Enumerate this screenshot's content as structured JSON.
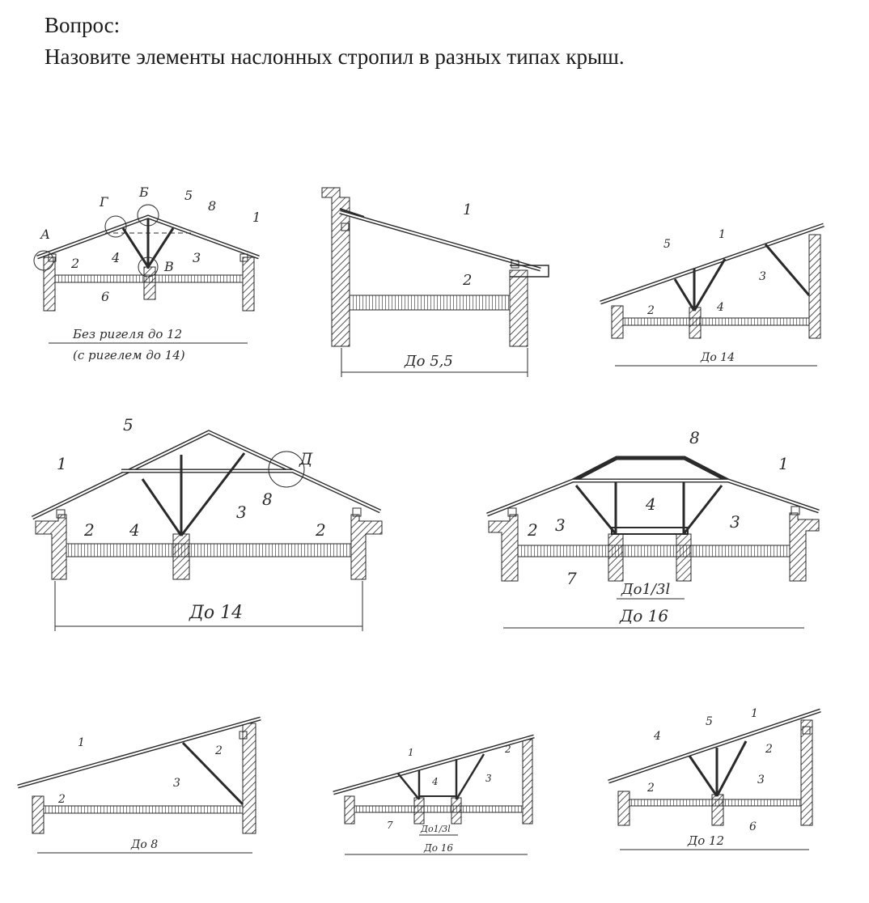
{
  "question": {
    "title": "Вопрос:",
    "text": "Назовите элементы наслонных стропил в разных типах крыш."
  },
  "diagrams": {
    "d1": {
      "dim1": "Без ригеля до 12",
      "dim2": "(с ригелем до 14)",
      "labels": [
        "1",
        "2",
        "3",
        "4",
        "5",
        "6",
        "8",
        "А",
        "Б",
        "В",
        "Г"
      ]
    },
    "d2": {
      "dim": "До 5,5",
      "labels": [
        "1",
        "2"
      ]
    },
    "d3": {
      "dim": "До 14",
      "labels": [
        "1",
        "2",
        "3",
        "4",
        "5"
      ]
    },
    "d4": {
      "dim": "До 14",
      "labels": [
        "1",
        "2",
        "2",
        "3",
        "4",
        "5",
        "8",
        "Д"
      ]
    },
    "d5": {
      "dim": "До 16",
      "subdim": "До1/3l",
      "labels": [
        "1",
        "2",
        "3",
        "3",
        "4",
        "7",
        "8"
      ]
    },
    "d6": {
      "dim": "До 8",
      "labels": [
        "1",
        "2",
        "2",
        "3"
      ]
    },
    "d7": {
      "dim": "До 16",
      "subdim": "До1/3l",
      "labels": [
        "1",
        "2",
        "3",
        "4",
        "7"
      ]
    },
    "d8": {
      "dim": "До 12",
      "labels": [
        "1",
        "2",
        "2",
        "3",
        "4",
        "5",
        "6"
      ]
    }
  }
}
